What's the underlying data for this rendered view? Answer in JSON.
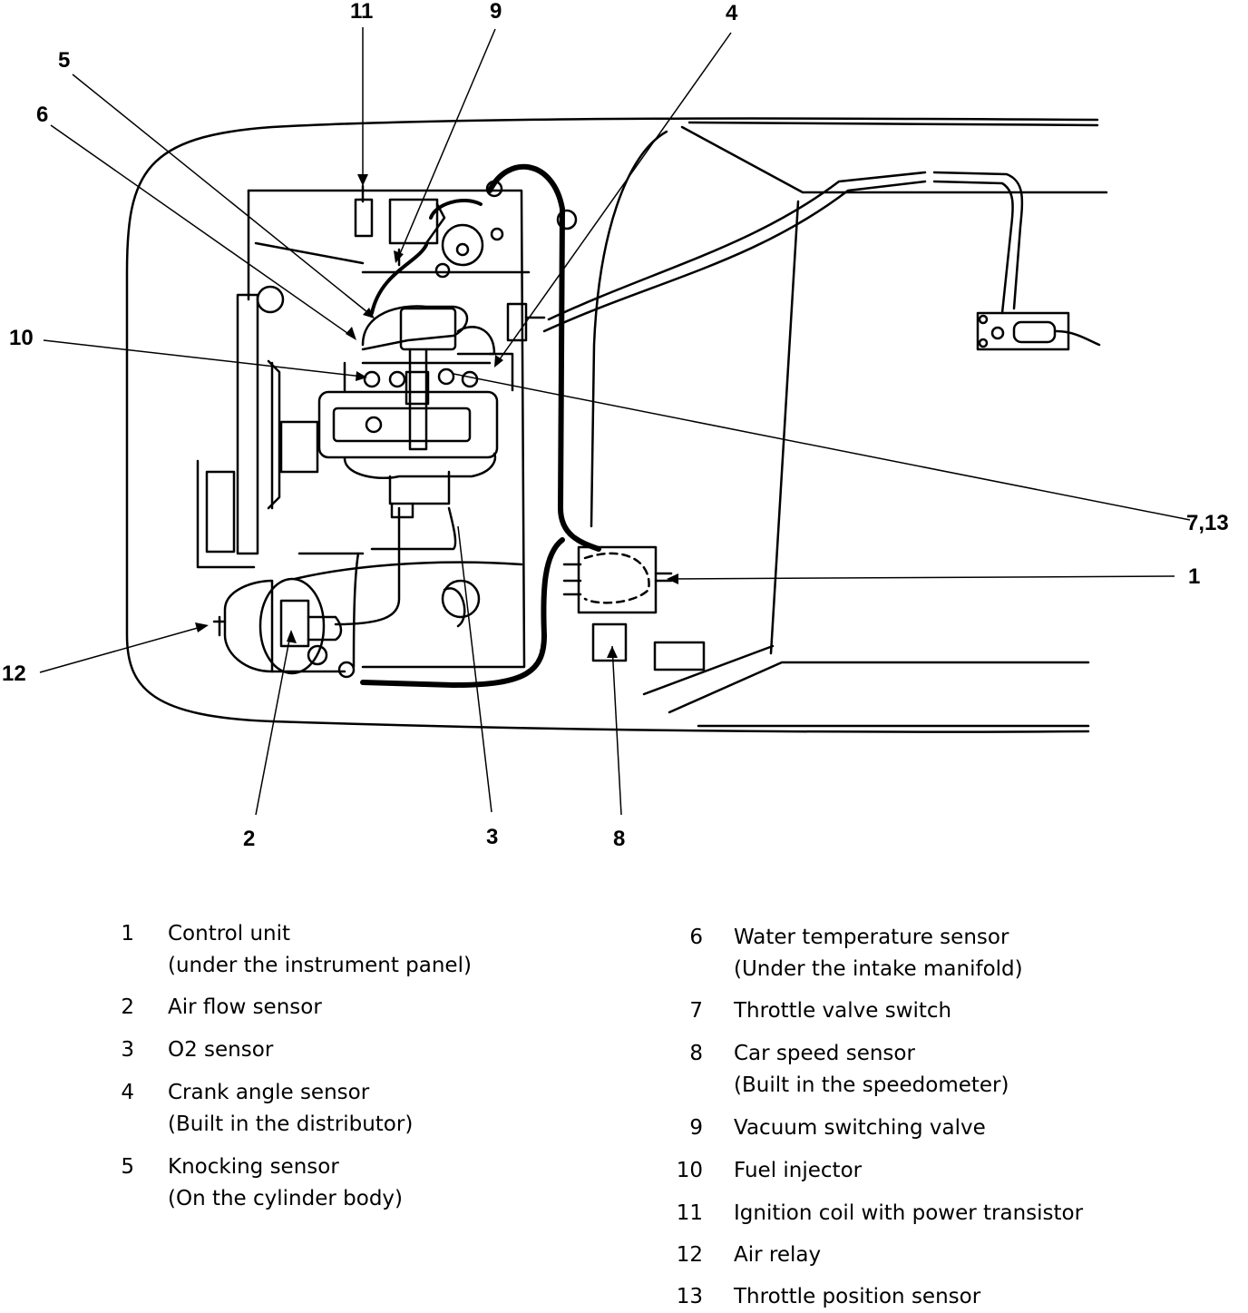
{
  "callouts": {
    "c1": "1",
    "c2": "2",
    "c3": "3",
    "c4": "4",
    "c5": "5",
    "c6": "6",
    "c7_13": "7,13",
    "c8": "8",
    "c9": "9",
    "c10": "10",
    "c11": "11",
    "c12": "12"
  },
  "legend": {
    "left": [
      {
        "num": "1",
        "label": "Control unit",
        "note": "(under the instrument panel)"
      },
      {
        "num": "2",
        "label": "Air flow sensor",
        "note": ""
      },
      {
        "num": "3",
        "label": "O2 sensor",
        "note": ""
      },
      {
        "num": "4",
        "label": "Crank angle sensor",
        "note": "(Built in the distributor)"
      },
      {
        "num": "5",
        "label": "Knocking sensor",
        "note": "(On the cylinder body)"
      }
    ],
    "right": [
      {
        "num": "6",
        "label": "Water temperature sensor",
        "note": "(Under the intake manifold)"
      },
      {
        "num": "7",
        "label": "Throttle valve switch",
        "note": ""
      },
      {
        "num": "8",
        "label": "Car speed sensor",
        "note": "(Built in the speedometer)"
      },
      {
        "num": "9",
        "label": "Vacuum switching valve",
        "note": ""
      },
      {
        "num": "10",
        "label": "Fuel injector",
        "note": ""
      },
      {
        "num": "11",
        "label": "Ignition coil with power transistor",
        "note": ""
      },
      {
        "num": "12",
        "label": "Air relay",
        "note": ""
      },
      {
        "num": "13",
        "label": "Throttle position sensor",
        "note": ""
      }
    ]
  }
}
